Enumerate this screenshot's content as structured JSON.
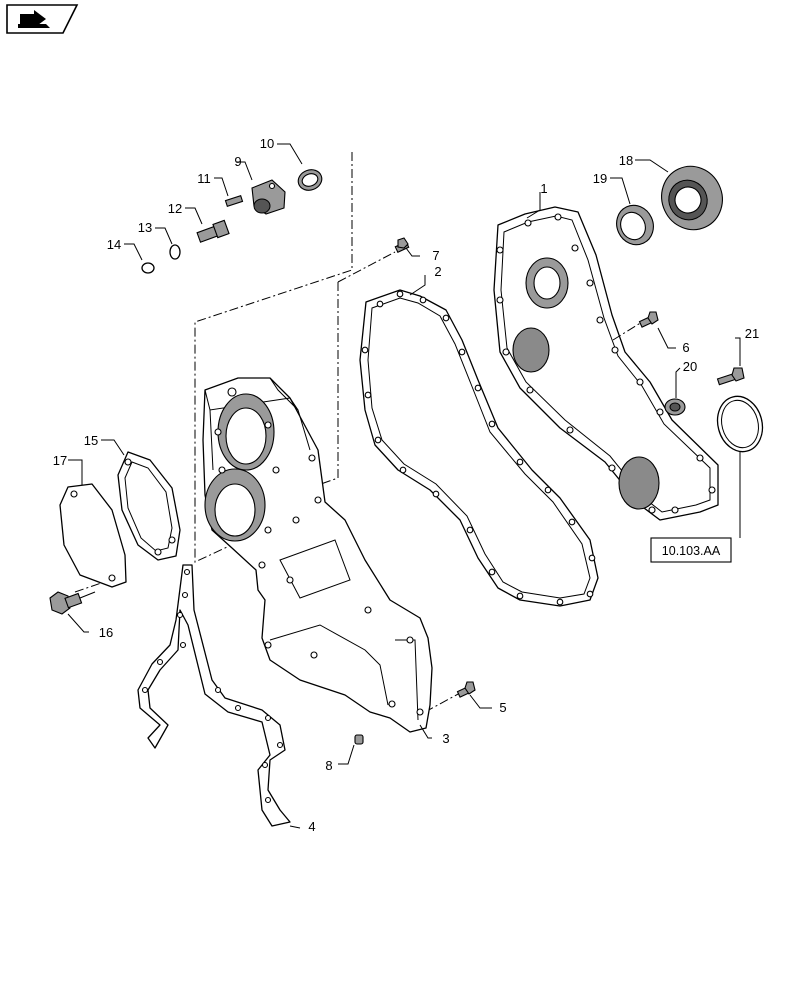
{
  "callouts": {
    "c1": "1",
    "c2": "2",
    "c3": "3",
    "c4": "4",
    "c5": "5",
    "c6": "6",
    "c7": "7",
    "c8": "8",
    "c9": "9",
    "c10": "10",
    "c11": "11",
    "c12": "12",
    "c13": "13",
    "c14": "14",
    "c15": "15",
    "c16": "16",
    "c17": "17",
    "c18": "18",
    "c19": "19",
    "c20": "20",
    "c21": "21"
  },
  "reference": {
    "label": "10.103.AA"
  },
  "nav_icon": "book-arrow-icon"
}
